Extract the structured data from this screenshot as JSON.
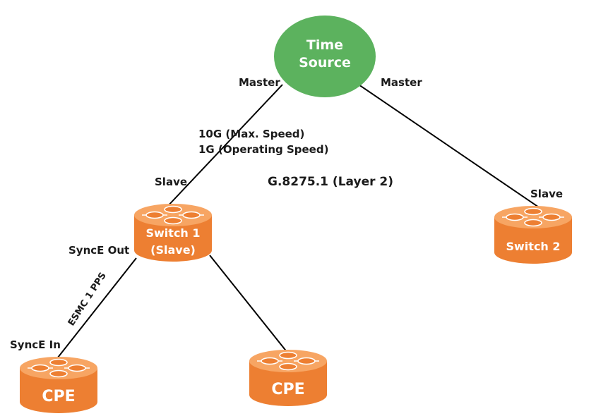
{
  "time_source": {
    "line1": "Time",
    "line2": "Source"
  },
  "links": {
    "master_left": "Master",
    "master_right": "Master",
    "speed_max": "10G (Max. Speed)",
    "speed_operating": "1G (Operating Speed)",
    "slave_switch1": "Slave",
    "slave_switch2": "Slave",
    "synce_out": "SyncE Out",
    "esmc": "ESMC 1 PPS",
    "synce_in": "SyncE In"
  },
  "profile": "G.8275.1 (Layer 2)",
  "switch1": {
    "line1": "Switch 1",
    "line2": "(Slave)"
  },
  "switch2": {
    "label": "Switch 2"
  },
  "cpe_left": {
    "label": "CPE"
  },
  "cpe_right": {
    "label": "CPE"
  },
  "colors": {
    "time_source": "#5cb25e",
    "router_body": "#ed7f32",
    "router_top": "#f7a563",
    "router_side": "#dd6f22",
    "arrow": "#ffffff"
  }
}
